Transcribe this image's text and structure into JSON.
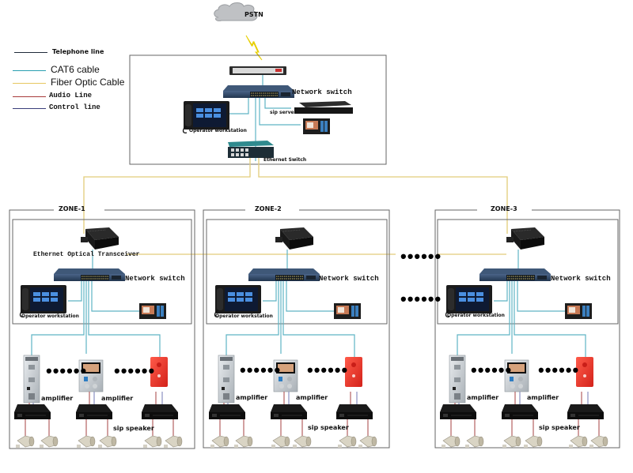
{
  "diagram": {
    "cloud_label": "PSTN",
    "legend": [
      {
        "label": "Telephone line",
        "color": "#1f2a3a"
      },
      {
        "label": "CAT6  cable",
        "color": "#2a9fb0"
      },
      {
        "label": "Fiber Optic Cable",
        "color": "#e6c760"
      },
      {
        "label": "Audio Line",
        "color": "#a83a3a"
      },
      {
        "label": "Control  line",
        "color": "#3a3f7a"
      }
    ],
    "central": {
      "network_switch_label": "Network switch",
      "sip_server_label": "sip server",
      "operator_workstation_label": "Operator workstation",
      "ethernet_switch_label": "Ethernet Switch"
    },
    "zones": [
      {
        "title": "ZONE-1",
        "transceiver_label": "Ethernet Optical Transceiver",
        "network_switch_label": "Network switch",
        "operator_workstation_label": "Operator workstation",
        "amplifier_labels": [
          "amplifier",
          "amplifier"
        ],
        "sip_speaker_label": "sip speaker",
        "ellipsis": "••••••"
      },
      {
        "title": "ZONE-2",
        "transceiver_label": "",
        "network_switch_label": "Network switch",
        "operator_workstation_label": "Operator workstation",
        "amplifier_labels": [
          "amplifier",
          "amplifier"
        ],
        "sip_speaker_label": "sip speaker",
        "ellipsis": "••••••"
      },
      {
        "title": "ZONE-3",
        "transceiver_label": "",
        "network_switch_label": "Network switch",
        "operator_workstation_label": "Operator workstation",
        "amplifier_labels": [
          "amplifier",
          "amplifier"
        ],
        "sip_speaker_label": "sip speaker",
        "ellipsis": "••••••"
      }
    ],
    "between_zones_ellipsis": "••••••",
    "colors": {
      "cat6": "#5fb3c4",
      "fiber": "#e2cc7a",
      "audio": "#b46060",
      "control": "#8a90c0",
      "frame": "#555555",
      "switch_blue": "#2f4766",
      "device_black": "#111111",
      "red_phone": "#e8302a"
    }
  }
}
